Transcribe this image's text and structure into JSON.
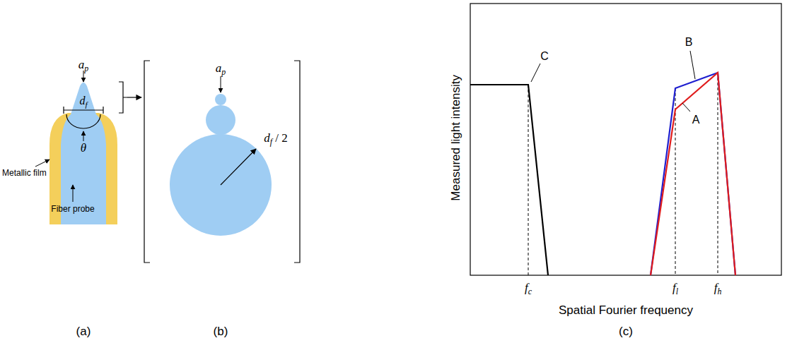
{
  "diagram": {
    "labels": [
      "ap",
      "df",
      "θ",
      "Metallic film",
      "Fiber probe",
      "ap",
      "df / 2",
      "C",
      "B",
      "A",
      "Measured light intensity",
      "fc",
      "fl",
      "fh",
      "Spatial Fourier frequency",
      "(a)",
      "(b)",
      "(c)"
    ]
  }
}
